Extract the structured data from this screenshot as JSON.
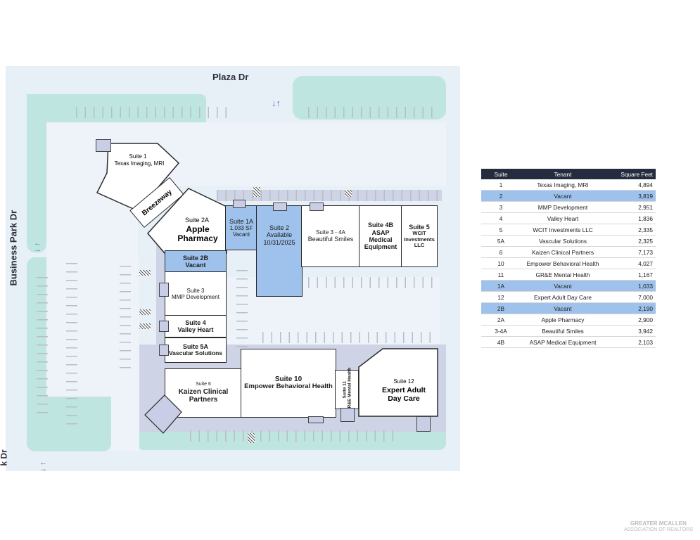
{
  "streets": {
    "plaza": "Plaza Dr",
    "business_park": "Business Park Dr",
    "partial": "k Dr"
  },
  "suites": {
    "s1": {
      "label": "Suite 1",
      "tenant": "Texas Imaging, MRI"
    },
    "breezeway": {
      "label": "Breezeway"
    },
    "s2a": {
      "label": "Suite 2A",
      "tenant": "Apple Pharmacy"
    },
    "s1a": {
      "label": "Suite 1A",
      "size": "1,033 SF",
      "tenant": "Vacant"
    },
    "s2": {
      "label": "Suite 2",
      "status": "Available",
      "date": "10/31/2025"
    },
    "s3_4a": {
      "label": "Suite 3 - 4A",
      "tenant": "Beautiful Smiles"
    },
    "s4b": {
      "label": "Suite 4B",
      "tenant1": "ASAP",
      "tenant2": "Medical",
      "tenant3": "Equipment"
    },
    "s5": {
      "label": "Suite 5",
      "tenant1": "WCIT",
      "tenant2": "Investments",
      "tenant3": "LLC"
    },
    "s2b": {
      "label": "Suite 2B",
      "tenant": "Vacant"
    },
    "s3": {
      "label": "Suite 3",
      "tenant": "MMP Development"
    },
    "s4": {
      "label": "Suite 4",
      "tenant": "Valley Heart"
    },
    "s5a": {
      "label": "Suite 5A",
      "tenant": "Vascular Solutions"
    },
    "s6": {
      "label": "Suite 6",
      "tenant1": "Kaizen Clinical",
      "tenant2": "Partners"
    },
    "s10": {
      "label": "Suite 10",
      "tenant": "Empower Behavioral Health"
    },
    "s11": {
      "label": "Suite 11",
      "tenant": "GR&E Mental Health"
    },
    "s12": {
      "label": "Suite 12",
      "tenant1": "Expert Adult",
      "tenant2": "Day Care"
    }
  },
  "table": {
    "headers": [
      "Suite",
      "Tenant",
      "Square Feet"
    ],
    "rows": [
      {
        "suite": "1",
        "tenant": "Texas Imaging, MRI",
        "sf": "4,894",
        "highlight": false
      },
      {
        "suite": "2",
        "tenant": "Vacant",
        "sf": "3,819",
        "highlight": true
      },
      {
        "suite": "3",
        "tenant": "MMP Development",
        "sf": "2,951",
        "highlight": false
      },
      {
        "suite": "4",
        "tenant": "Valley Heart",
        "sf": "1,836",
        "highlight": false
      },
      {
        "suite": "5",
        "tenant": "WCIT Investments LLC",
        "sf": "2,335",
        "highlight": false
      },
      {
        "suite": "5A",
        "tenant": "Vascular Solutions",
        "sf": "2,325",
        "highlight": false
      },
      {
        "suite": "6",
        "tenant": "Kaizen Clinical Partners",
        "sf": "7,173",
        "highlight": false
      },
      {
        "suite": "10",
        "tenant": "Empower Behavioral Health",
        "sf": "4,027",
        "highlight": false
      },
      {
        "suite": "11",
        "tenant": "GR&E Mental Health",
        "sf": "1,167",
        "highlight": false
      },
      {
        "suite": "1A",
        "tenant": "Vacant",
        "sf": "1,033",
        "highlight": true
      },
      {
        "suite": "12",
        "tenant": "Expert Adult Day Care",
        "sf": "7,000",
        "highlight": false
      },
      {
        "suite": "2B",
        "tenant": "Vacant",
        "sf": "2,190",
        "highlight": true
      },
      {
        "suite": "2A",
        "tenant": "Apple Pharmacy",
        "sf": "2,900",
        "highlight": false
      },
      {
        "suite": "3-4A",
        "tenant": "Beautiful Smiles",
        "sf": "3,942",
        "highlight": false
      },
      {
        "suite": "4B",
        "tenant": "ASAP Medical Equipment",
        "sf": "2,103",
        "highlight": false
      }
    ]
  },
  "colors": {
    "vacant": "#9ec2ec",
    "header": "#262c3f",
    "landscape": "#bfe5e0",
    "walkway": "#ced3e6"
  },
  "watermark": {
    "line1": "GREATER MCALLEN",
    "line2": "ASSOCIATION OF REALTORS"
  }
}
